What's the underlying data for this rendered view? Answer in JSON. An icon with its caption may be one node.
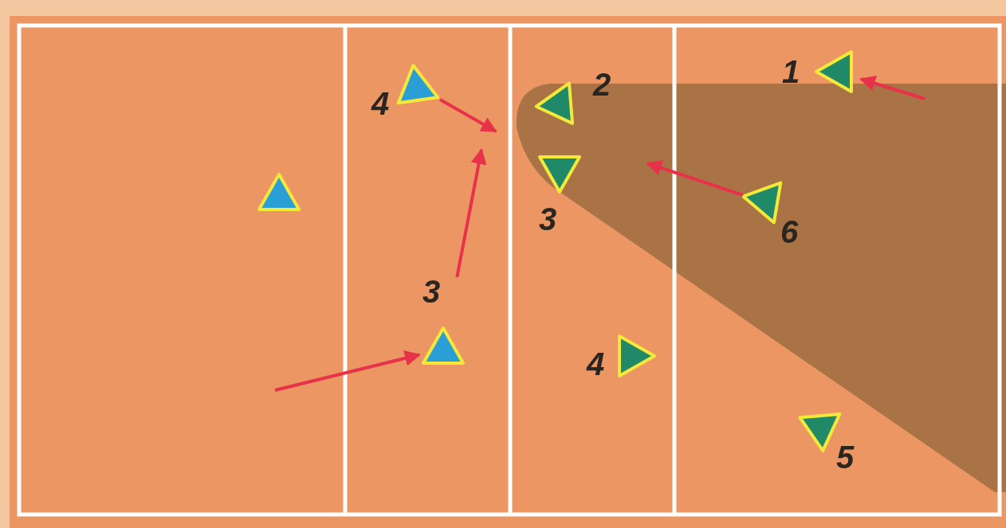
{
  "diagram": {
    "nodes": [
      {
        "text": [],
        "shape": "triangle"
      },
      {
        "text": [],
        "shape": "triangle",
        "beside": [
          "4"
        ]
      },
      {
        "text": [],
        "shape": "triangle",
        "beside": [
          "3"
        ]
      },
      {
        "text": [],
        "shape": "triangle",
        "beside": [
          "2"
        ]
      },
      {
        "text": [],
        "shape": "triangle",
        "beside": [
          "3"
        ]
      },
      {
        "text": [],
        "shape": "triangle",
        "beside": [
          "4"
        ]
      },
      {
        "text": [],
        "shape": "triangle",
        "beside": [
          "1"
        ]
      },
      {
        "text": [],
        "shape": "triangle",
        "beside": [
          "6"
        ]
      },
      {
        "text": [],
        "shape": "triangle",
        "beside": [
          "5"
        ]
      }
    ],
    "edges": [
      {
        "from": null,
        "to": 2,
        "arrow": "to"
      },
      {
        "from": 2,
        "to": null,
        "arrow": "to"
      },
      {
        "from": 1,
        "to": null,
        "arrow": "to"
      },
      {
        "from": 7,
        "to": null,
        "arrow": "to"
      },
      {
        "from": null,
        "to": 6,
        "arrow": "to"
      }
    ]
  }
}
